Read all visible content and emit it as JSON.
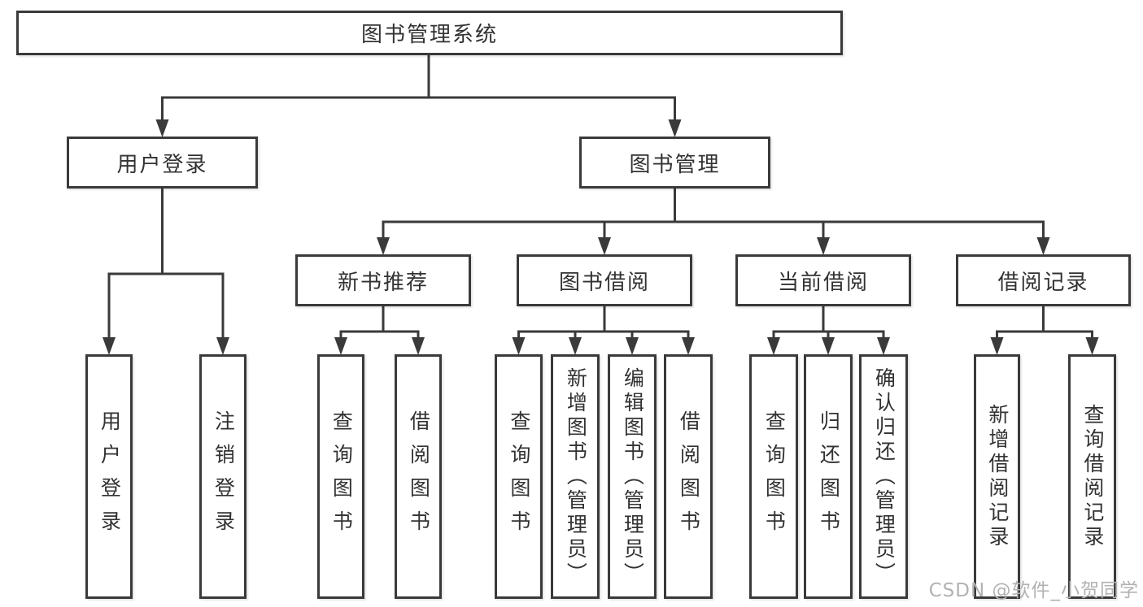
{
  "diagram": {
    "type": "hierarchy-tree",
    "root": {
      "label": "图书管理系统",
      "children": [
        {
          "label": "用户登录",
          "children": [
            {
              "label": "用户登录"
            },
            {
              "label": "注销登录"
            }
          ]
        },
        {
          "label": "图书管理",
          "children": [
            {
              "label": "新书推荐",
              "children": [
                {
                  "label": "查询图书"
                },
                {
                  "label": "借阅图书"
                }
              ]
            },
            {
              "label": "图书借阅",
              "children": [
                {
                  "label": "查询图书"
                },
                {
                  "label": "新增图书（管理员）"
                },
                {
                  "label": "编辑图书（管理员）"
                },
                {
                  "label": "借阅图书"
                }
              ]
            },
            {
              "label": "当前借阅",
              "children": [
                {
                  "label": "查询图书"
                },
                {
                  "label": "归还图书"
                },
                {
                  "label": "确认归还（管理员）"
                }
              ]
            },
            {
              "label": "借阅记录",
              "children": [
                {
                  "label": "新增借阅记录"
                },
                {
                  "label": "查询借阅记录"
                }
              ]
            }
          ]
        }
      ]
    }
  },
  "watermark": {
    "text": "CSDN @软件_小贺同学"
  },
  "colors": {
    "line": "#3a3a3a",
    "text": "#323232",
    "background": "#ffffff",
    "watermark": "#b2b2b2"
  }
}
